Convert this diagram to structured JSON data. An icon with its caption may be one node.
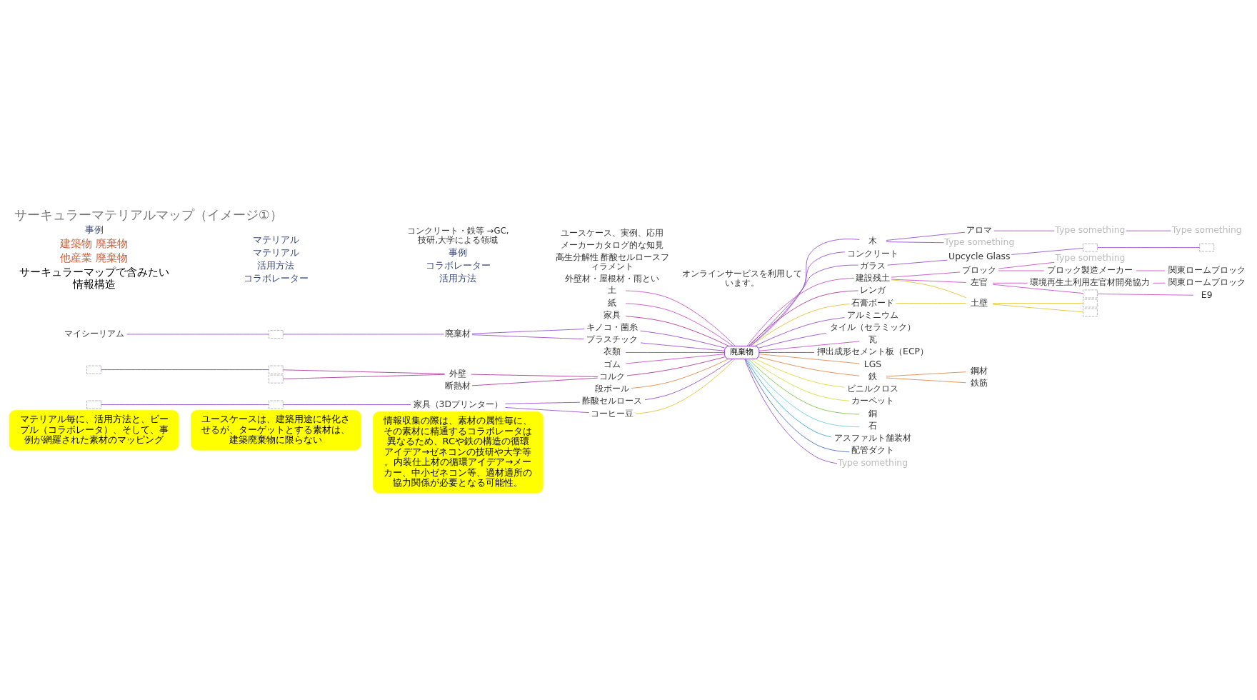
{
  "diagram": {
    "title": "サーキュラーマテリアルマップ（イメージ①）",
    "nodes": [
      {
        "text": [
          "マテリアル毎に、活用方法と、ピープル（コラボレータ）、そして、事例が網羅された素材のマッピング"
        ]
      },
      {
        "text": [
          "ユースケースは、建築用途に特化させるが、ターゲットとする素材は、建築廃棄物に限らない"
        ]
      },
      {
        "text": [
          "情報収集の際は、素材の属性毎に、その素材に精通するコラボレータは異なるため、RCや鉄の構造の循環アイデア→ゼネコンの技研や大学等。内装仕上材の循環アイデア→メーカー、中小ゼネコン等、適材適所の協力関係が必要となる可能性。"
        ]
      },
      {
        "text": [
          "廃棄物"
        ]
      },
      {
        "text": [
          "土"
        ]
      },
      {
        "text": [
          "紙"
        ]
      },
      {
        "text": [
          "家具"
        ]
      },
      {
        "text": [
          "プラスチック"
        ]
      },
      {
        "text": [
          "キノコ・菌糸"
        ]
      },
      {
        "text": [
          "衣類"
        ]
      },
      {
        "text": [
          "ゴム"
        ]
      },
      {
        "text": [
          "コルク"
        ]
      },
      {
        "text": [
          "段ボール"
        ]
      },
      {
        "text": [
          "コーヒー豆"
        ]
      },
      {
        "text": [
          "酢酸セルロース"
        ]
      },
      {
        "text": [
          "廃棄材"
        ]
      },
      {
        "text": [],
        "shape": "box"
      },
      {
        "text": [
          "マイシーリアム"
        ]
      },
      {
        "text": [
          "外壁"
        ]
      },
      {
        "text": [],
        "shape": "box"
      },
      {
        "text": [],
        "shape": "box"
      },
      {
        "text": [],
        "shape": "box"
      },
      {
        "text": [
          "断熱材"
        ]
      },
      {
        "text": [
          "家具（3Dプリンター）"
        ]
      },
      {
        "text": [],
        "shape": "box"
      },
      {
        "text": [],
        "shape": "box"
      },
      {
        "text": [
          "木"
        ]
      },
      {
        "text": [
          "コンクリート"
        ]
      },
      {
        "text": [
          "ガラス"
        ]
      },
      {
        "text": [
          "建設残土"
        ]
      },
      {
        "text": [
          "レンガ"
        ]
      },
      {
        "text": [
          "鉄"
        ]
      },
      {
        "text": [
          "アルミニウム"
        ]
      },
      {
        "text": [
          "タイル（セラミック）"
        ]
      },
      {
        "text": [
          "瓦"
        ]
      },
      {
        "text": [
          "押出成形セメント板（ECP）"
        ]
      },
      {
        "text": [
          "LGS"
        ]
      },
      {
        "text": [
          "石膏ボード"
        ]
      },
      {
        "text": [
          "ビニルクロス"
        ]
      },
      {
        "text": [
          "カーペット"
        ]
      },
      {
        "text": [
          "銅"
        ]
      },
      {
        "text": [
          "石"
        ]
      },
      {
        "text": [
          "アスファルト舗装材"
        ]
      },
      {
        "text": [
          "配管ダクト"
        ]
      },
      {
        "text": [
          "Type something"
        ]
      },
      {
        "text": [
          "アロマ"
        ]
      },
      {
        "text": [
          "Type something"
        ]
      },
      {
        "text": [
          "Type something"
        ]
      },
      {
        "text": [
          "Type something"
        ]
      },
      {
        "text": [
          "Upcycle Glass"
        ]
      },
      {
        "text": [],
        "shape": "box"
      },
      {
        "text": [],
        "shape": "box"
      },
      {
        "text": [
          "ブロック"
        ]
      },
      {
        "text": [
          "左官"
        ]
      },
      {
        "text": [
          "Type something"
        ]
      },
      {
        "text": [
          "ブロック製造メーカー"
        ]
      },
      {
        "text": [
          "関東ロームブロック"
        ]
      },
      {
        "text": [
          "環境再生土利用左官材開発協力"
        ]
      },
      {
        "text": [
          "関東ロームブロック"
        ]
      },
      {
        "text": [],
        "shape": "box"
      },
      {
        "text": [
          "E9"
        ]
      },
      {
        "text": [
          "鋼材"
        ]
      },
      {
        "text": [
          "鉄筋"
        ]
      },
      {
        "text": [
          "土壁"
        ]
      },
      {
        "text": [],
        "shape": "box"
      },
      {
        "text": [],
        "shape": "box"
      }
    ],
    "edges": [
      {
        "from": 3,
        "to": 4,
        "arrow": "none",
        "color": "#c94fc9"
      },
      {
        "from": 3,
        "to": 5,
        "arrow": "none",
        "color": "#c94fc9"
      },
      {
        "from": 3,
        "to": 6,
        "arrow": "none",
        "color": "#b03a9a"
      },
      {
        "from": 3,
        "to": 7,
        "arrow": "none"
      },
      {
        "from": 3,
        "to": 8,
        "arrow": "none"
      },
      {
        "from": 3,
        "to": 9,
        "arrow": "none"
      },
      {
        "from": 3,
        "to": 10,
        "arrow": "none",
        "color": "#c94fc9"
      },
      {
        "from": 3,
        "to": 11,
        "arrow": "none",
        "color": "#b03a9a"
      },
      {
        "from": 3,
        "to": 12,
        "arrow": "none",
        "color": "#e08a50"
      },
      {
        "from": 3,
        "to": 13,
        "arrow": "none",
        "color": "#e6c23a"
      },
      {
        "from": 3,
        "to": 14,
        "arrow": "none"
      },
      {
        "from": 7,
        "to": 15,
        "arrow": "none"
      },
      {
        "from": 8,
        "to": 15,
        "arrow": "none"
      },
      {
        "from": 15,
        "to": 16,
        "arrow": "none"
      },
      {
        "from": 16,
        "to": 17,
        "arrow": "none"
      },
      {
        "from": 11,
        "to": 18,
        "arrow": "none",
        "color": "#b03a9a"
      },
      {
        "from": 11,
        "to": 22,
        "arrow": "none",
        "color": "#b03a9a"
      },
      {
        "from": 18,
        "to": 19,
        "arrow": "none",
        "color": "#b03a9a"
      },
      {
        "from": 18,
        "to": 21,
        "arrow": "none",
        "color": "#b03a9a"
      },
      {
        "from": 19,
        "to": 20,
        "arrow": "none",
        "color": "#b03a9a"
      },
      {
        "from": 13,
        "to": 23,
        "arrow": "none"
      },
      {
        "from": 14,
        "to": 23,
        "arrow": "none"
      },
      {
        "from": 23,
        "to": 24,
        "arrow": "none"
      },
      {
        "from": 24,
        "to": 25,
        "arrow": "none"
      },
      {
        "from": 3,
        "to": 26,
        "arrow": "none"
      },
      {
        "from": 3,
        "to": 27,
        "arrow": "none"
      },
      {
        "from": 3,
        "to": 28,
        "arrow": "none"
      },
      {
        "from": 3,
        "to": 29,
        "arrow": "none",
        "color": "#c94fc9"
      },
      {
        "from": 3,
        "to": 30,
        "arrow": "none",
        "color": "#b03a9a"
      },
      {
        "from": 3,
        "to": 31,
        "arrow": "none",
        "color": "#e08a50"
      },
      {
        "from": 3,
        "to": 32,
        "arrow": "none"
      },
      {
        "from": 3,
        "to": 33,
        "arrow": "none"
      },
      {
        "from": 3,
        "to": 34,
        "arrow": "none",
        "color": "#c94fc9"
      },
      {
        "from": 3,
        "to": 35,
        "arrow": "none",
        "color": "#b03a9a"
      },
      {
        "from": 3,
        "to": 36,
        "arrow": "none",
        "color": "#e08a50"
      },
      {
        "from": 3,
        "to": 37,
        "arrow": "none",
        "color": "#e6c23a"
      },
      {
        "from": 3,
        "to": 38,
        "arrow": "none",
        "color": "#e6d83a"
      },
      {
        "from": 3,
        "to": 39,
        "arrow": "none",
        "color": "#d6e03a"
      },
      {
        "from": 3,
        "to": 40,
        "arrow": "none",
        "color": "#7cc646"
      },
      {
        "from": 3,
        "to": 41,
        "arrow": "none",
        "color": "#6fd0e0"
      },
      {
        "from": 3,
        "to": 42,
        "arrow": "none",
        "color": "#3aa6d8"
      },
      {
        "from": 3,
        "to": 43,
        "arrow": "none",
        "color": "#4a70c8"
      },
      {
        "from": 3,
        "to": 44,
        "arrow": "none"
      },
      {
        "from": 26,
        "to": 45,
        "arrow": "none"
      },
      {
        "from": 45,
        "to": 46,
        "arrow": "none"
      },
      {
        "from": 46,
        "to": 47,
        "arrow": "none"
      },
      {
        "from": 26,
        "to": 48,
        "arrow": "none"
      },
      {
        "from": 28,
        "to": 49,
        "arrow": "none"
      },
      {
        "from": 49,
        "to": 50,
        "arrow": "none"
      },
      {
        "from": 50,
        "to": 51,
        "arrow": "none"
      },
      {
        "from": 29,
        "to": 52,
        "arrow": "none",
        "color": "#c94fc9"
      },
      {
        "from": 29,
        "to": 53,
        "arrow": "none",
        "color": "#c94fc9"
      },
      {
        "from": 29,
        "to": 63,
        "arrow": "none",
        "color": "#e6c23a"
      },
      {
        "from": 52,
        "to": 54,
        "arrow": "none",
        "color": "#c94fc9"
      },
      {
        "from": 52,
        "to": 55,
        "arrow": "none",
        "color": "#c94fc9"
      },
      {
        "from": 55,
        "to": 56,
        "arrow": "none",
        "color": "#c94fc9"
      },
      {
        "from": 53,
        "to": 57,
        "arrow": "none",
        "color": "#c94fc9"
      },
      {
        "from": 57,
        "to": 58,
        "arrow": "none",
        "color": "#c94fc9"
      },
      {
        "from": 53,
        "to": 59,
        "arrow": "none",
        "color": "#c94fc9"
      },
      {
        "from": 59,
        "to": 60,
        "arrow": "none",
        "color": "#c94fc9"
      },
      {
        "from": 31,
        "to": 61,
        "arrow": "none",
        "color": "#e08a50"
      },
      {
        "from": 31,
        "to": 62,
        "arrow": "none",
        "color": "#e08a50"
      },
      {
        "from": 37,
        "to": 63,
        "arrow": "none",
        "color": "#e6c23a"
      },
      {
        "from": 63,
        "to": 64,
        "arrow": "none",
        "color": "#e6c23a"
      },
      {
        "from": 63,
        "to": 65,
        "arrow": "none",
        "color": "#e6c23a"
      }
    ],
    "labels": [
      "サーキュラーマップで含みたい情報構造",
      "他産業 廃棄物",
      "建築物 廃棄物",
      "事例",
      "コラボレーター",
      "活用方法",
      "マテリアル",
      "マテリアル",
      "活用方法",
      "コラボレーター",
      "事例",
      "コンクリート・鉄等 →GC,技研,大学による領域",
      "外壁材・屋根材・雨とい",
      "高生分解性 酢酸セルロースフィラメント",
      "メーカーカタログ的な知見",
      "ユースケース、実例、応用",
      "オンラインサービスを利用しています。"
    ]
  }
}
